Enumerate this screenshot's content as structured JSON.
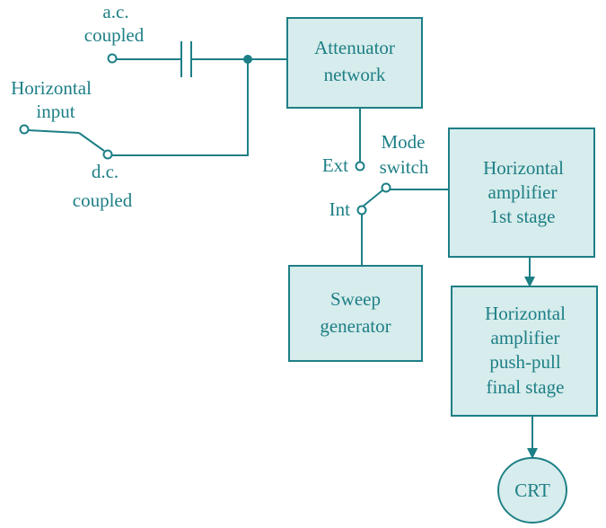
{
  "ac_input": [
    "a.c.",
    "coupled"
  ],
  "horizontal_input": [
    "Horizontal",
    "input"
  ],
  "dc_coupled": [
    "d.c.",
    "coupled"
  ],
  "attenuator": [
    "Attenuator",
    "network"
  ],
  "mode_switch": [
    "Mode",
    "switch"
  ],
  "ext_label": "Ext",
  "int_label": "Int",
  "sweep_generator": [
    "Sweep",
    "generator"
  ],
  "amp_first_stage": [
    "Horizontal",
    "amplifier",
    "1st stage"
  ],
  "amp_final_stage": [
    "Horizontal",
    "amplifier",
    "push-pull",
    "final stage"
  ],
  "crt": "CRT",
  "colors": {
    "line": "#1d7f86",
    "box_fill": "#d7ecec"
  }
}
